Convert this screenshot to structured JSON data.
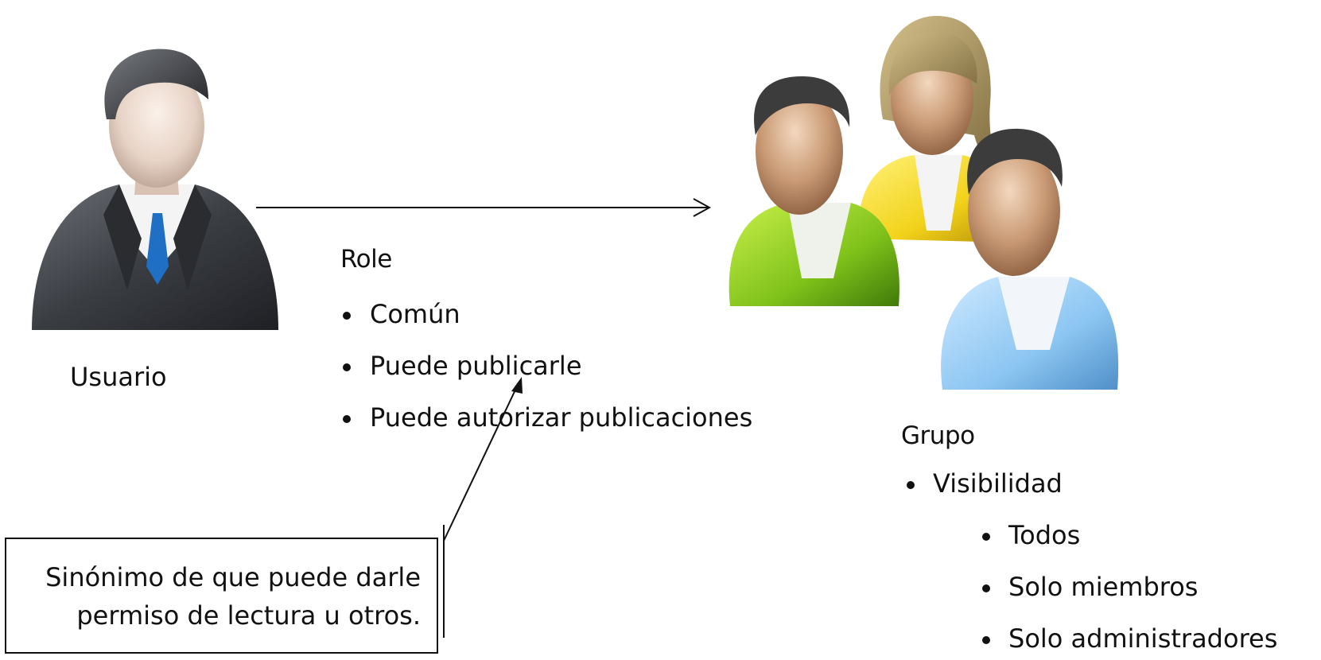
{
  "usuario": {
    "label": "Usuario",
    "icon": "businessman-user-icon"
  },
  "role": {
    "title": "Role",
    "items": [
      "Común",
      "Puede publicarle",
      "Puede autorizar publicaciones"
    ]
  },
  "grupo": {
    "title": "Grupo",
    "icon": "user-group-icon",
    "items": [
      {
        "label": "Visibilidad",
        "level": 1
      },
      {
        "label": "Todos",
        "level": 2
      },
      {
        "label": "Solo miembros",
        "level": 2
      },
      {
        "label": "Solo administradores",
        "level": 2
      }
    ]
  },
  "note": {
    "lines": [
      "Sinónimo de que  puede darle",
      "permiso de lectura u otros."
    ]
  },
  "colors": {
    "suit": "#3a3d42",
    "tie": "#1f6fc4",
    "skin": "#c99a74",
    "hair": "#3c3c3c",
    "shirt_green": "#8fcf1e",
    "shirt_yellow": "#f2d21a",
    "shirt_blue": "#8cc6f2",
    "hair_blonde": "#a89261"
  }
}
